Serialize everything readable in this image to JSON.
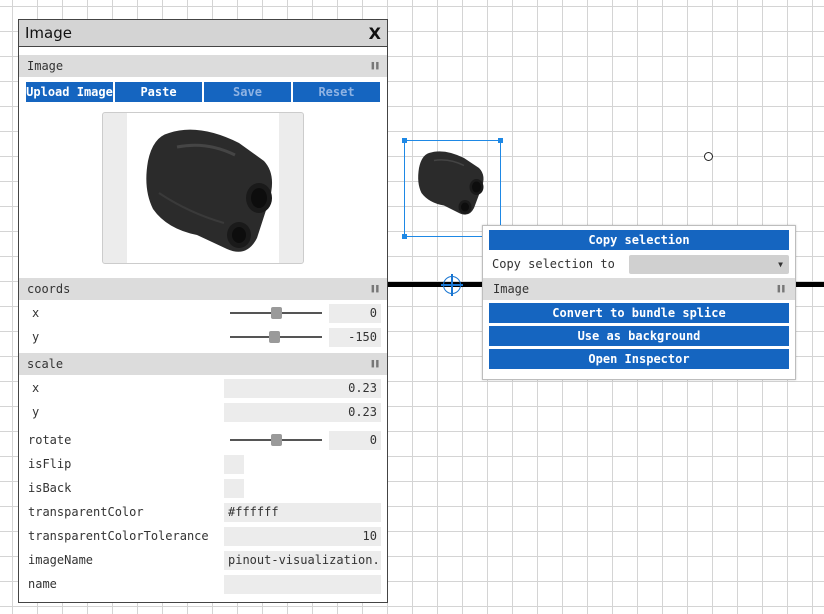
{
  "panel": {
    "title": "Image",
    "close_label": "X",
    "image_section": {
      "header": "Image",
      "buttons": {
        "upload": "Upload Image",
        "paste": "Paste",
        "save": "Save",
        "reset": "Reset"
      }
    },
    "coords_section": {
      "header": "coords",
      "x_label": "x",
      "x_value": "0",
      "y_label": "y",
      "y_value": "-150"
    },
    "scale_section": {
      "header": "scale",
      "x_label": "x",
      "x_value": "0.23",
      "y_label": "y",
      "y_value": "0.23"
    },
    "rotate_label": "rotate",
    "rotate_value": "0",
    "isflip_label": "isFlip",
    "isback_label": "isBack",
    "transparent_color_label": "transparentColor",
    "transparent_color_value": "#ffffff",
    "transparent_tolerance_label": "transparentColorTolerance",
    "transparent_tolerance_value": "10",
    "image_name_label": "imageName",
    "image_name_value": "pinout-visualization.",
    "name_label": "name",
    "name_value": ""
  },
  "context_menu": {
    "copy_selection": "Copy selection",
    "copy_selection_to_label": "Copy selection to",
    "copy_selection_to_value": "",
    "image_section_header": "Image",
    "convert_button": "Convert to bundle splice",
    "background_button": "Use as background",
    "inspector_button": "Open Inspector"
  },
  "icons": {
    "collapse": "pause-icon",
    "dropdown": "caret-down-icon"
  },
  "colors": {
    "button_blue": "#1565c0",
    "selection_blue": "#1e88e5",
    "wire": "#000000"
  }
}
